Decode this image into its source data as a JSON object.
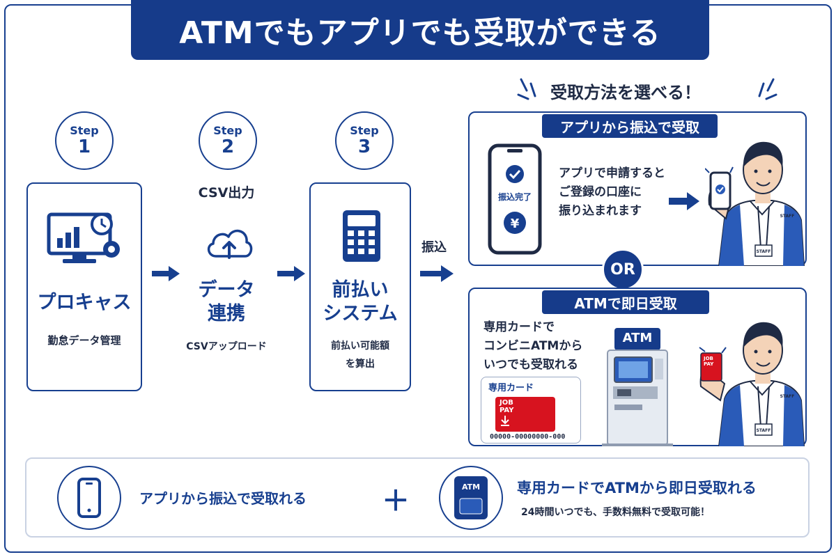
{
  "title": "ATMでもアプリでも受取ができる",
  "choose_label": "受取方法を選べる！",
  "steps": [
    {
      "word": "Step",
      "num": "1",
      "title": "プロキャス",
      "sub": "勤怠データ管理"
    },
    {
      "word": "Step",
      "num": "2",
      "above": "CSV出力",
      "title_line1": "データ",
      "title_line2": "連携",
      "sub": "CSVアップロード"
    },
    {
      "word": "Step",
      "num": "3",
      "title_line1": "前払い",
      "title_line2": "システム",
      "sub_line1": "前払い可能額",
      "sub_line2": "を算出"
    }
  ],
  "transfer_label": "振込",
  "app_option": {
    "header": "アプリから振込で受取",
    "phone_status": "振込完了",
    "desc_line1": "アプリで申請すると",
    "desc_line2": "ご登録の口座に",
    "desc_line3": "振り込まれます",
    "staff_label": "STAFF"
  },
  "or_label": "OR",
  "atm_option": {
    "header": "ATMで即日受取",
    "desc_line1": "専用カードで",
    "desc_line2": "コンビニATMから",
    "desc_line3": "いつでも受取れる",
    "card_title": "専用カード",
    "card_brand_line1": "JOB",
    "card_brand_line2": "PAY",
    "card_number": "00000-00000000-000",
    "atm_sign": "ATM",
    "staff_label": "STAFF",
    "held_card_line1": "JOB",
    "held_card_line2": "PAY"
  },
  "bottom": {
    "left_text": "アプリから振込で受取れる",
    "plus": "＋",
    "atm_icon_label": "ATM",
    "right_title": "専用カードでATMから即日受取れる",
    "right_sub": "24時間いつでも、手数料無料で受取可能！"
  },
  "colors": {
    "navy": "#163b8a",
    "red": "#d7131f"
  }
}
